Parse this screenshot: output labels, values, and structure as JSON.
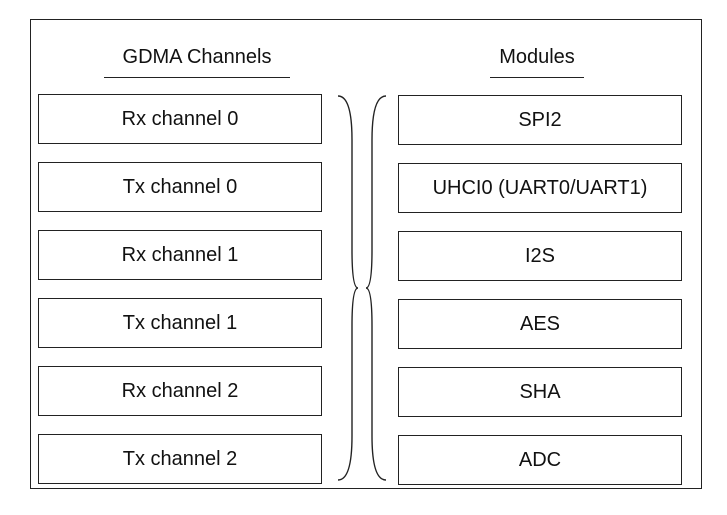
{
  "gdma_title": "GDMA Channels",
  "modules_title": "Modules",
  "channels": [
    "Rx channel 0",
    "Tx channel 0",
    "Rx channel 1",
    "Tx channel 1",
    "Rx channel 2",
    "Tx channel 2"
  ],
  "modules": [
    "SPI2",
    "UHCI0 (UART0/UART1)",
    "I2S",
    "AES",
    "SHA",
    "ADC"
  ],
  "colors": {
    "stroke": "#222222",
    "text": "#111111",
    "background": "#ffffff"
  }
}
